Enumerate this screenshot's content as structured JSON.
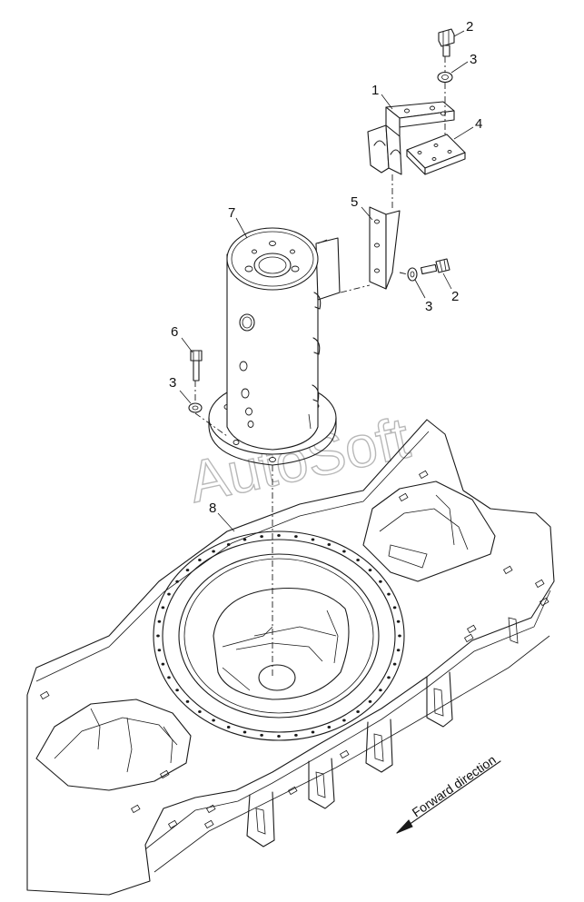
{
  "diagram": {
    "watermark": "AutoSoft",
    "direction_label": "Forward direction",
    "callouts": [
      {
        "id": "c1",
        "label": "1"
      },
      {
        "id": "c2a",
        "label": "2"
      },
      {
        "id": "c3a",
        "label": "3"
      },
      {
        "id": "c4",
        "label": "4"
      },
      {
        "id": "c5",
        "label": "5"
      },
      {
        "id": "c2b",
        "label": "2"
      },
      {
        "id": "c3b",
        "label": "3"
      },
      {
        "id": "c7",
        "label": "7"
      },
      {
        "id": "c6",
        "label": "6"
      },
      {
        "id": "c3c",
        "label": "3"
      },
      {
        "id": "c8",
        "label": "8"
      }
    ]
  }
}
